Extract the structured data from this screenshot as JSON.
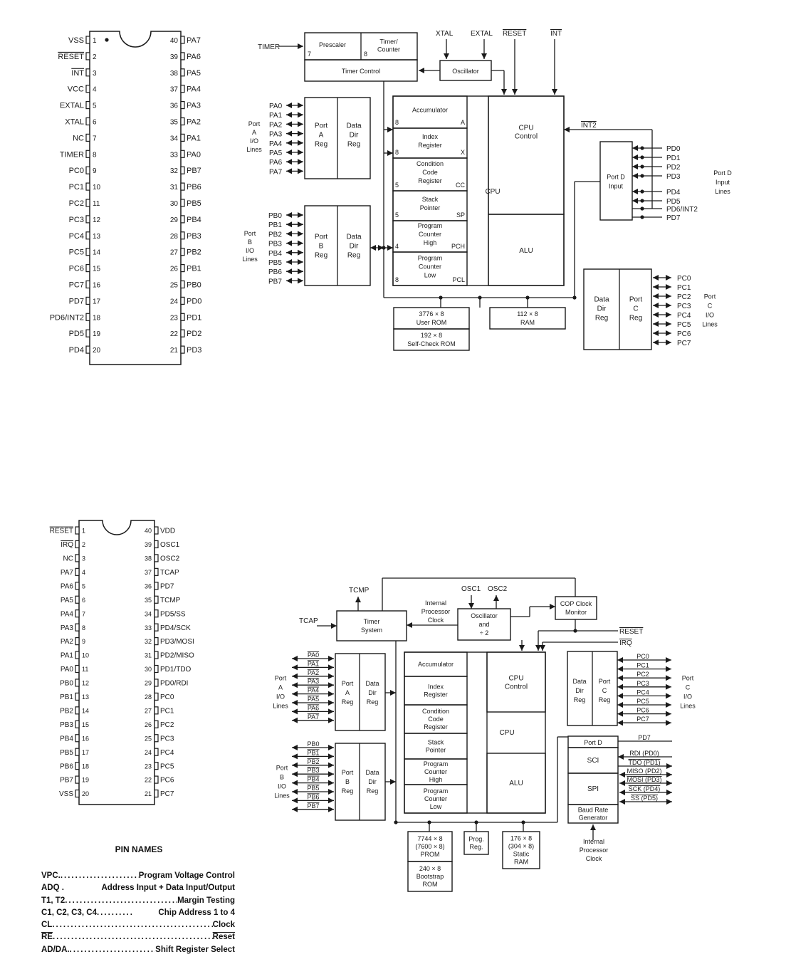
{
  "chip1": {
    "pins_left": [
      {
        "num": "1",
        "name": "VSS",
        "dot": true
      },
      {
        "num": "2",
        "name": "RESET",
        "overline": true
      },
      {
        "num": "3",
        "name": "INT",
        "overline": true
      },
      {
        "num": "4",
        "name": "VCC"
      },
      {
        "num": "5",
        "name": "EXTAL"
      },
      {
        "num": "6",
        "name": "XTAL"
      },
      {
        "num": "7",
        "name": "NC"
      },
      {
        "num": "8",
        "name": "TIMER"
      },
      {
        "num": "9",
        "name": "PC0"
      },
      {
        "num": "10",
        "name": "PC1"
      },
      {
        "num": "11",
        "name": "PC2"
      },
      {
        "num": "12",
        "name": "PC3"
      },
      {
        "num": "13",
        "name": "PC4"
      },
      {
        "num": "14",
        "name": "PC5"
      },
      {
        "num": "15",
        "name": "PC6"
      },
      {
        "num": "16",
        "name": "PC7"
      },
      {
        "num": "17",
        "name": "PD7"
      },
      {
        "num": "18",
        "name": "PD6/INT2"
      },
      {
        "num": "19",
        "name": "PD5"
      },
      {
        "num": "20",
        "name": "PD4"
      }
    ],
    "pins_right": [
      {
        "num": "40",
        "name": "PA7"
      },
      {
        "num": "39",
        "name": "PA6"
      },
      {
        "num": "38",
        "name": "PA5"
      },
      {
        "num": "37",
        "name": "PA4"
      },
      {
        "num": "36",
        "name": "PA3"
      },
      {
        "num": "35",
        "name": "PA2"
      },
      {
        "num": "34",
        "name": "PA1"
      },
      {
        "num": "33",
        "name": "PA0"
      },
      {
        "num": "32",
        "name": "PB7"
      },
      {
        "num": "31",
        "name": "PB6"
      },
      {
        "num": "30",
        "name": "PB5"
      },
      {
        "num": "29",
        "name": "PB4"
      },
      {
        "num": "28",
        "name": "PB3"
      },
      {
        "num": "27",
        "name": "PB2"
      },
      {
        "num": "26",
        "name": "PB1"
      },
      {
        "num": "25",
        "name": "PB0"
      },
      {
        "num": "24",
        "name": "PD0"
      },
      {
        "num": "23",
        "name": "PD1"
      },
      {
        "num": "22",
        "name": "PD2"
      },
      {
        "num": "21",
        "name": "PD3"
      }
    ]
  },
  "block1": {
    "timer_in": "TIMER",
    "prescaler": "Prescaler",
    "prescaler_bits": "7",
    "timer_counter": [
      "Timer/",
      "Counter"
    ],
    "timer_counter_bits": "8",
    "timer_control": "Timer Control",
    "xtal": "XTAL",
    "extal": "EXTAL",
    "reset": "RESET",
    "int": "INT",
    "oscillator": "Oscillator",
    "porta_pins": [
      "PA0",
      "PA1",
      "PA2",
      "PA3",
      "PA4",
      "PA5",
      "PA6",
      "PA7"
    ],
    "porta_lines": [
      "Port",
      "A",
      "I/O",
      "Lines"
    ],
    "porta_reg": [
      "Port",
      "A",
      "Reg"
    ],
    "dir_reg": [
      "Data",
      "Dir",
      "Reg"
    ],
    "portb_pins": [
      "PB0",
      "PB1",
      "PB2",
      "PB3",
      "PB4",
      "PB5",
      "PB6",
      "PB7"
    ],
    "portb_lines": [
      "Port",
      "B",
      "I/O",
      "Lines"
    ],
    "portb_reg": [
      "Port",
      "B",
      "Reg"
    ],
    "regs": [
      {
        "lines": [
          "Accumulator"
        ],
        "bits": "8",
        "tag": "A"
      },
      {
        "lines": [
          "Index",
          "Register"
        ],
        "bits": "8",
        "tag": "X"
      },
      {
        "lines": [
          "Condition",
          "Code",
          "Register"
        ],
        "bits": "5",
        "tag": "CC"
      },
      {
        "lines": [
          "Stack",
          "Pointer"
        ],
        "bits": "5",
        "tag": "SP"
      },
      {
        "lines": [
          "Program",
          "Counter",
          "High"
        ],
        "bits": "4",
        "tag": "PCH"
      },
      {
        "lines": [
          "Program",
          "Counter",
          "Low"
        ],
        "bits": "8",
        "tag": "PCL"
      }
    ],
    "cpu": "CPU",
    "cpu_control": [
      "CPU",
      "Control"
    ],
    "alu": "ALU",
    "int2": "INT2",
    "portd_input": [
      "Port D",
      "Input"
    ],
    "portd_pins": [
      "PD0",
      "PD1",
      "PD2",
      "PD3",
      "PD4",
      "PD5",
      "PD6/INT2",
      "PD7"
    ],
    "portd_lines": [
      "Port D",
      "Input",
      "Lines"
    ],
    "user_rom": [
      "3776 × 8",
      "User ROM"
    ],
    "self_rom": [
      "192 × 8",
      "Self-Check ROM"
    ],
    "ram": [
      "112 × 8",
      "RAM"
    ],
    "portc_dir": [
      "Data",
      "Dir",
      "Reg"
    ],
    "portc_reg": [
      "Port",
      "C",
      "Reg"
    ],
    "portc_pins": [
      "PC0",
      "PC1",
      "PC2",
      "PC3",
      "PC4",
      "PC5",
      "PC6",
      "PC7"
    ],
    "portc_lines": [
      "Port",
      "C",
      "I/O",
      "Lines"
    ]
  },
  "chip2": {
    "pins_left": [
      {
        "num": "1",
        "name": "RESET",
        "overline": true
      },
      {
        "num": "2",
        "name": "IRQ",
        "overline": true
      },
      {
        "num": "3",
        "name": "NC"
      },
      {
        "num": "4",
        "name": "PA7"
      },
      {
        "num": "5",
        "name": "PA6"
      },
      {
        "num": "6",
        "name": "PA5"
      },
      {
        "num": "7",
        "name": "PA4"
      },
      {
        "num": "8",
        "name": "PA3"
      },
      {
        "num": "9",
        "name": "PA2"
      },
      {
        "num": "10",
        "name": "PA1"
      },
      {
        "num": "11",
        "name": "PA0"
      },
      {
        "num": "12",
        "name": "PB0"
      },
      {
        "num": "13",
        "name": "PB1"
      },
      {
        "num": "14",
        "name": "PB2"
      },
      {
        "num": "15",
        "name": "PB3"
      },
      {
        "num": "16",
        "name": "PB4"
      },
      {
        "num": "17",
        "name": "PB5"
      },
      {
        "num": "18",
        "name": "PB6"
      },
      {
        "num": "19",
        "name": "PB7"
      },
      {
        "num": "20",
        "name": "VSS"
      }
    ],
    "pins_right": [
      {
        "num": "40",
        "name": "VDD"
      },
      {
        "num": "39",
        "name": "OSC1"
      },
      {
        "num": "38",
        "name": "OSC2"
      },
      {
        "num": "37",
        "name": "TCAP"
      },
      {
        "num": "36",
        "name": "PD7"
      },
      {
        "num": "35",
        "name": "TCMP"
      },
      {
        "num": "34",
        "name": "PD5/SS"
      },
      {
        "num": "33",
        "name": "PD4/SCK"
      },
      {
        "num": "32",
        "name": "PD3/MOSI"
      },
      {
        "num": "31",
        "name": "PD2/MISO"
      },
      {
        "num": "30",
        "name": "PD1/TDO"
      },
      {
        "num": "29",
        "name": "PD0/RDI"
      },
      {
        "num": "28",
        "name": "PC0"
      },
      {
        "num": "27",
        "name": "PC1"
      },
      {
        "num": "26",
        "name": "PC2"
      },
      {
        "num": "25",
        "name": "PC3"
      },
      {
        "num": "24",
        "name": "PC4"
      },
      {
        "num": "23",
        "name": "PC5"
      },
      {
        "num": "22",
        "name": "PC6"
      },
      {
        "num": "21",
        "name": "PC7"
      }
    ]
  },
  "pin_names": {
    "title": "PIN NAMES",
    "rows": [
      {
        "key": "VPC.",
        "dots": "........................",
        "val": "Program Voltage Control"
      },
      {
        "key": "ADQ .",
        "dots": "  ",
        "val": "Address Input + Data Input/Output"
      },
      {
        "key": "T1, T2",
        "dots": "........................................",
        "val": "Margin Testing"
      },
      {
        "key": "C1, C2, C3, C4",
        "dots": "..........",
        "val": "Chip Address 1 to 4"
      },
      {
        "key": "CL",
        "dots": "............................................................",
        "val": "Clock"
      },
      {
        "key": "RE",
        "dots": "............................................................",
        "val": "Reset"
      },
      {
        "key": "AD/DA.",
        "dots": "........................",
        "val": "Shift Register Select"
      }
    ]
  },
  "block2": {
    "tcmp": "TCMP",
    "tcap": "TCAP",
    "timer_system": [
      "Timer",
      "System"
    ],
    "internal_clock": [
      "Internal",
      "Processor",
      "Clock"
    ],
    "osc1": "OSC1",
    "osc2": "OSC2",
    "oscillator": [
      "Oscillator",
      "and",
      "÷ 2"
    ],
    "cop": [
      "COP Clock",
      "Monitor"
    ],
    "reset": "RESET",
    "irq": "IRQ",
    "porta_pins": [
      "PA0",
      "PA1",
      "PA2",
      "PA3",
      "PA4",
      "PA5",
      "PA6",
      "PA7"
    ],
    "porta_lines": [
      "Port",
      "A",
      "I/O",
      "Lines"
    ],
    "porta_reg": [
      "Port",
      "A",
      "Reg"
    ],
    "dir_reg": [
      "Data",
      "Dir",
      "Reg"
    ],
    "portb_pins": [
      "PB0",
      "PB1",
      "PB2",
      "PB3",
      "PB4",
      "PB5",
      "PB6",
      "PB7"
    ],
    "portb_lines": [
      "Port",
      "B",
      "I/O",
      "Lines"
    ],
    "portb_reg": [
      "Port",
      "B",
      "Reg"
    ],
    "regs": [
      {
        "lines": [
          "Accumulator"
        ]
      },
      {
        "lines": [
          "Index",
          "Register"
        ]
      },
      {
        "lines": [
          "Condition",
          "Code",
          "Register"
        ]
      },
      {
        "lines": [
          "Stack",
          "Pointer"
        ]
      },
      {
        "lines": [
          "Program",
          "Counter",
          "High"
        ]
      },
      {
        "lines": [
          "Program",
          "Counter",
          "Low"
        ]
      }
    ],
    "cpu": "CPU",
    "cpu_control": [
      "CPU",
      "Control"
    ],
    "alu": "ALU",
    "portc_dir": [
      "Data",
      "Dir",
      "Reg"
    ],
    "portc_reg": [
      "Port",
      "C",
      "Reg"
    ],
    "portc_pins": [
      "PC0",
      "PC1",
      "PC2",
      "PC3",
      "PC4",
      "PC5",
      "PC6",
      "PC7"
    ],
    "portc_lines": [
      "Port",
      "C",
      "I/O",
      "Lines"
    ],
    "portd": "Port D",
    "pd7": "PD7",
    "sci": "SCI",
    "spi": "SPI",
    "baud": [
      "Baud Rate",
      "Generator"
    ],
    "sci_pins": [
      "RDI (PD0)",
      "TDO (PD1)"
    ],
    "spi_pins": [
      "MISO (PD2)",
      "MOSI (PD3)",
      "SCK (PD4)",
      "SS (PD5)"
    ],
    "internal_clock2": [
      "Internal",
      "Processor",
      "Clock"
    ],
    "prom": [
      "7744 × 8",
      "(7600 × 8)",
      "PROM"
    ],
    "bootstrap": [
      "240 × 8",
      "Bootstrap",
      "ROM"
    ],
    "prog_reg": [
      "Prog.",
      "Reg."
    ],
    "ram": [
      "176 × 8",
      "(304 × 8)",
      "Static",
      "RAM"
    ]
  }
}
